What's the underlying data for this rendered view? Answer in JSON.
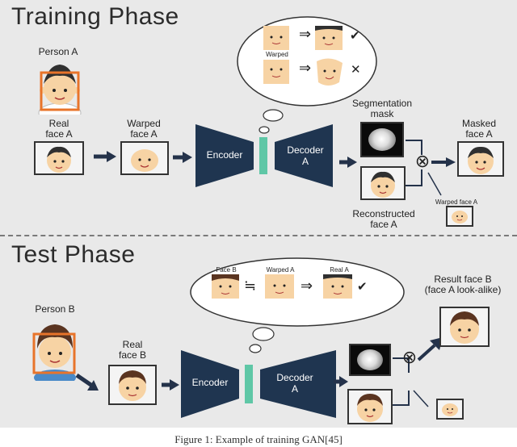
{
  "training": {
    "title": "Training Phase",
    "person_label": "Person A",
    "real_face_label_line1": "Real",
    "real_face_label_line2": "face A",
    "warped_face_label_line1": "Warped",
    "warped_face_label_line2": "face A",
    "encoder_label": "Encoder",
    "decoder_label_line1": "Decoder",
    "decoder_label_line2": "A",
    "segmentation_label_line1": "Segmentation",
    "segmentation_label_line2": "mask",
    "reconstructed_label_line1": "Reconstructed",
    "reconstructed_label_line2": "face A",
    "masked_label_line1": "Masked",
    "masked_label_line2": "face A",
    "warped_small_label": "Warped face A",
    "bubble_warped_label": "Warped",
    "bubble_check": "✔",
    "bubble_cross": "✕",
    "implies": "⇒"
  },
  "test": {
    "title": "Test Phase",
    "person_label": "Person B",
    "real_face_label_line1": "Real",
    "real_face_label_line2": "face B",
    "encoder_label": "Encoder",
    "decoder_label_line1": "Decoder",
    "decoder_label_line2": "A",
    "result_label_line1": "Result face B",
    "result_label_line2": "(face A look-alike)",
    "bubble_face_b": "Face B",
    "bubble_warped_a": "Warped A",
    "bubble_real_a": "Real A",
    "approx": "≒",
    "implies": "⇒",
    "bubble_check": "✔"
  },
  "operator_symbol": "⊗",
  "caption": "Figure 1: Example of training GAN[45]",
  "colors": {
    "background": "#e9e9e9",
    "network": "#1f3550",
    "bottleneck": "#5fc7a6",
    "arrow": "#24324a",
    "skin": "#f7d3a4",
    "hair_a": "#303030",
    "hair_b": "#5a3420",
    "bbox": "#e8742a"
  }
}
